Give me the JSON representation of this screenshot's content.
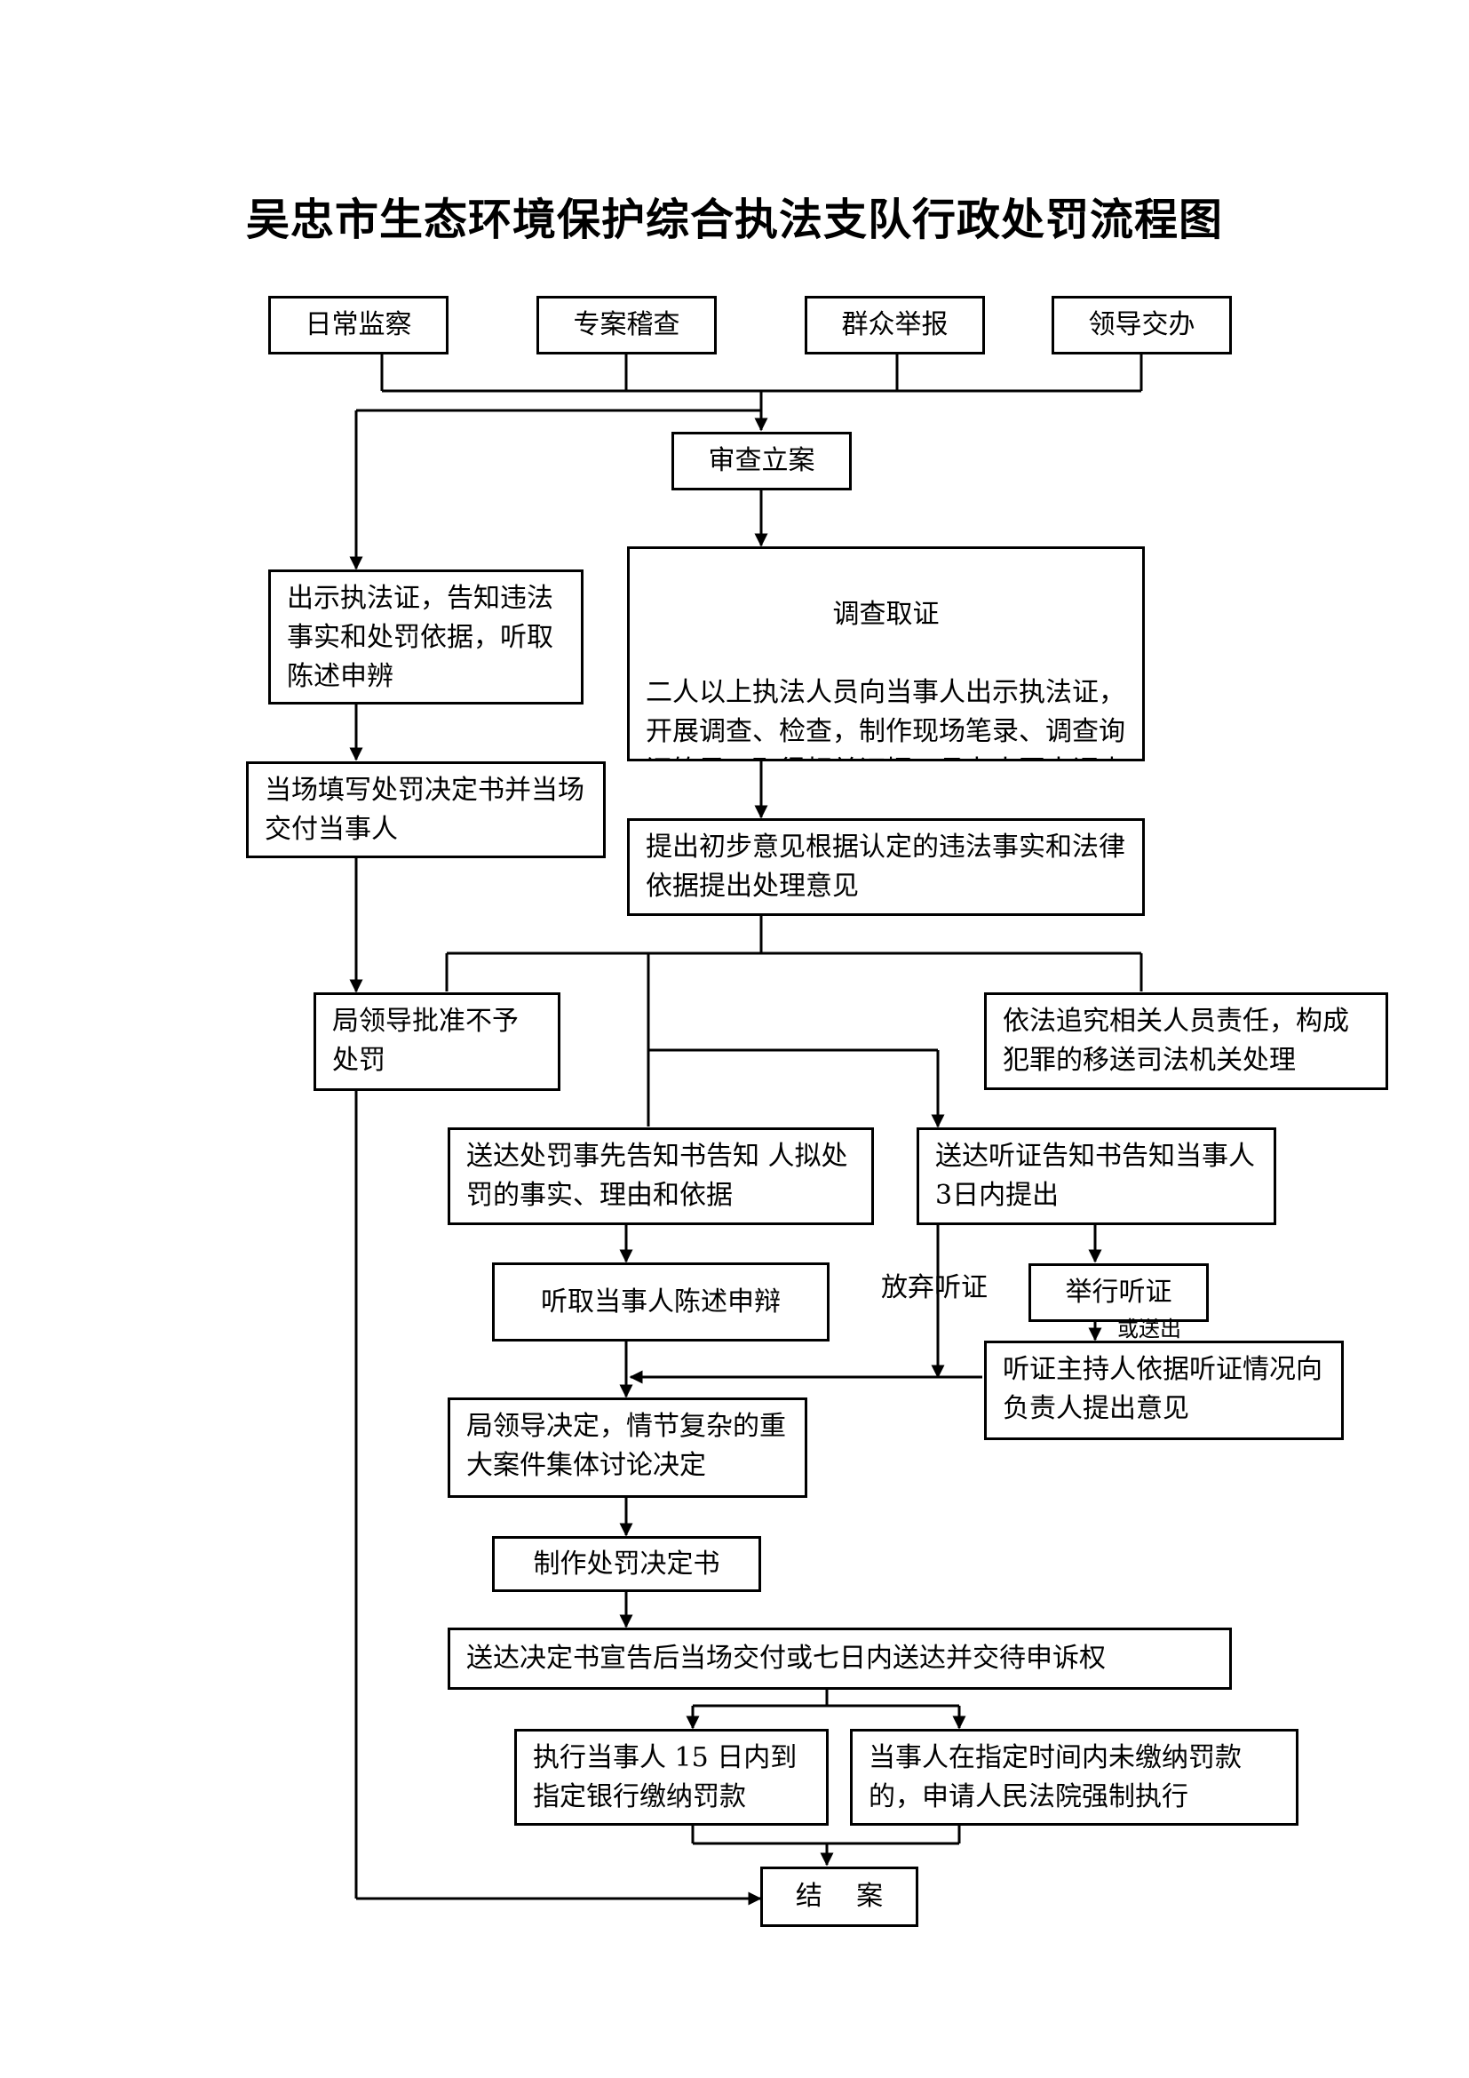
{
  "title": "吴忠市生态环境保护综合执法支队行政处罚流程图",
  "sources": [
    "日常监察",
    "专案稽查",
    "群众举报",
    "领导交办"
  ],
  "review": "审查立案",
  "investigation": {
    "heading": "调查取证",
    "body": "二人以上执法人员向当事人出示执法证，开展调查、检查，制作现场笔录、调查询问笔录，取得相关证据。承办人写出调查报告"
  },
  "simple_procedure": {
    "show_license": "出示执法证，告知违法事实和处罚依据，听取陈述申辨",
    "on_site_decision": "当场填写处罚决定书并当场交付当事人",
    "no_penalty": "局领导批准不予处罚"
  },
  "preliminary": "提出初步意见根据认定的违法事实和法律依据提出处理意见",
  "criminal_transfer": "依法追究相关人员责任，构成犯罪的移送司法机关处理",
  "prior_notice": "送达处罚事先告知书告知  人拟处罚的事实、理由和依据",
  "hearing_notice": "送达听证告知书告知当事人3日内提出",
  "listen_statement": "听取当事人陈述申辩",
  "waive_hearing": "放弃听证",
  "hold_hearing": "举行听证",
  "hearing_fragment": "或送出",
  "hearing_opinion": "听证主持人依据听证情况向负责人提出意见",
  "leader_decision": "局领导决定，情节复杂的重大案件集体讨论决定",
  "make_decision": "制作处罚决定书",
  "deliver_decision": "送达决定书宣告后当场交付或七日内送达并交待申诉权",
  "execute_payment": "执行当事人 15 日内到指定银行缴纳罚款",
  "court_enforcement": "当事人在指定时间内未缴纳罚款的，申请人民法院强制执行",
  "close_case": "结    案"
}
